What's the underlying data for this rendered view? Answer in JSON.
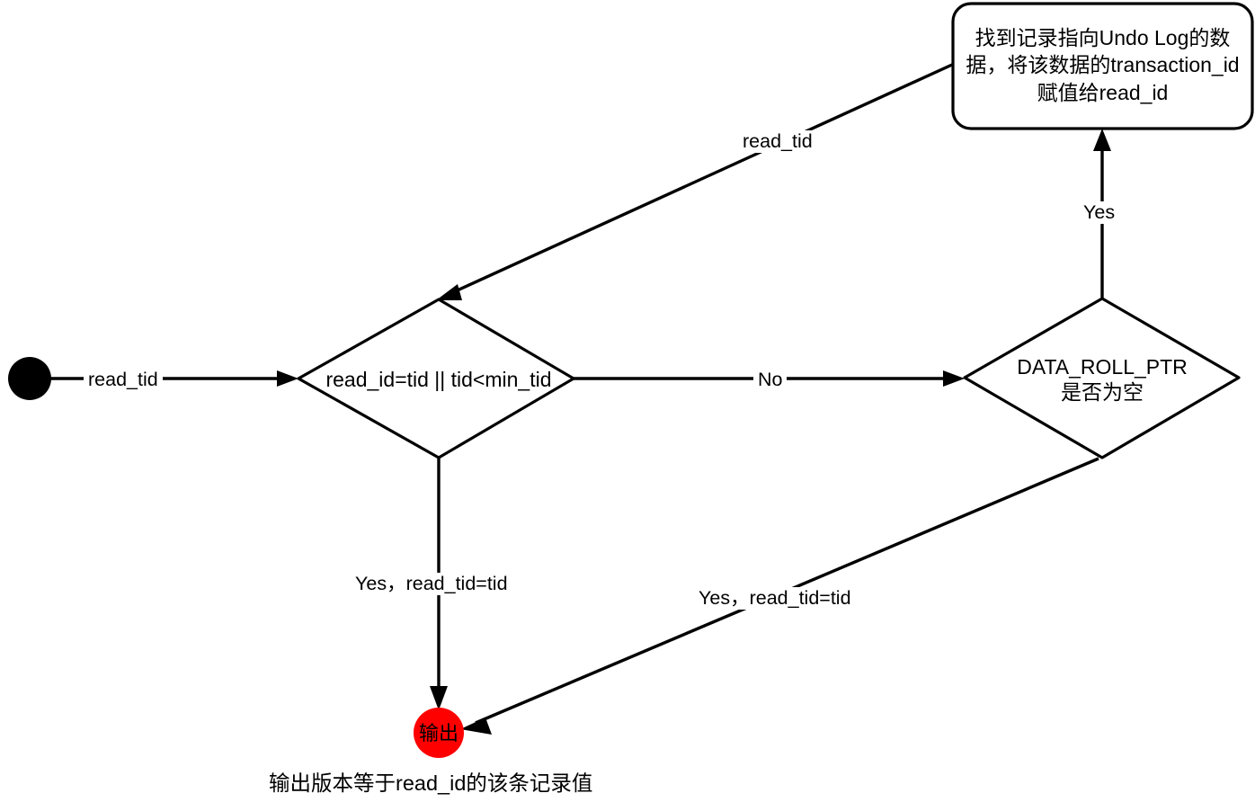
{
  "diagram": {
    "title": "MVCC read_id visibility flowchart",
    "background_color": "#ffffff",
    "line_color": "#000000",
    "start_node_color": "#000000",
    "end_node_color": "#ff0000"
  },
  "nodes": {
    "start": {
      "name": "start-node",
      "label": "",
      "shape": "filled-circle"
    },
    "condition_read_id": {
      "name": "decision-read-id",
      "label": "read_id=tid || tid<min_tid",
      "shape": "diamond"
    },
    "condition_roll_ptr": {
      "name": "decision-data-roll-ptr",
      "label_line1": "DATA_ROLL_PTR",
      "label_line2": "是否为空",
      "shape": "diamond"
    },
    "undo_log_process": {
      "name": "process-undo-log",
      "label": "找到记录指向Undo Log的数据，将该数据的transaction_id赋值给read_id",
      "shape": "rounded-rectangle"
    },
    "output": {
      "name": "end-node-output",
      "label": "输出",
      "shape": "filled-circle"
    }
  },
  "edges": [
    {
      "name": "edge-start-to-condition",
      "label": "read_tid",
      "from": "start",
      "to": "condition_read_id"
    },
    {
      "name": "edge-condition-to-rollptr",
      "label": "No",
      "from": "condition_read_id",
      "to": "condition_roll_ptr"
    },
    {
      "name": "edge-rollptr-to-undolog",
      "label": "Yes",
      "from": "condition_roll_ptr",
      "to": "undo_log_process"
    },
    {
      "name": "edge-undolog-to-condition",
      "label": "read_tid",
      "from": "undo_log_process",
      "to": "condition_read_id"
    },
    {
      "name": "edge-condition-to-output",
      "label": "Yes，read_tid=tid",
      "from": "condition_read_id",
      "to": "output"
    },
    {
      "name": "edge-rollptr-to-output",
      "label": "Yes，read_tid=tid",
      "from": "condition_roll_ptr",
      "to": "output"
    }
  ],
  "caption": {
    "text": "输出版本等于read_id的该条记录值"
  }
}
